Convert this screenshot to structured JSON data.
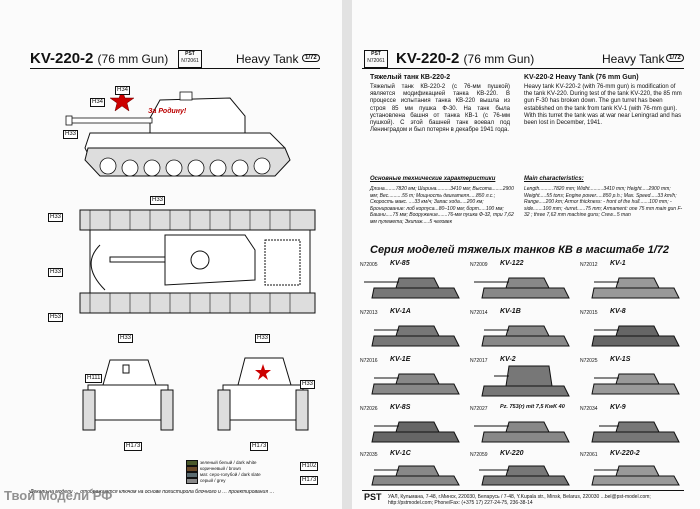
{
  "left": {
    "title": "KV-220-2",
    "subtitle": "(76 mm Gun)",
    "type": "Heavy Tank",
    "scale": "1/72",
    "logo": "PST",
    "logo_code": "N72061",
    "turret_slogan": "За Родину!",
    "callouts": {
      "c1": "H34",
      "c2": "H33",
      "c3": "H34",
      "c4": "H33",
      "c5": "H33",
      "c6": "H33",
      "c7": "H53",
      "c8": "H33",
      "c9": "H33",
      "c10": "H173",
      "c11": "H111",
      "c12": "H33",
      "c13": "H173"
    },
    "legend": [
      {
        "ru": "зеленый белый",
        "en": "dark white"
      },
      {
        "ru": "коричневый",
        "en": "brown"
      },
      {
        "ru": "мат. серо-голубой",
        "en": "dark slate"
      },
      {
        "ru": "серый",
        "en": "grey"
      }
    ],
    "legend_codes": [
      "H102",
      "H173"
    ],
    "footer_text": "Декали на модели … отображаются ключом на основе полистирола блочного и … проектирования …"
  },
  "right": {
    "title": "KV-220-2",
    "subtitle": "(76 mm Gun)",
    "type": "Heavy Tank",
    "scale": "1/72",
    "logo": "PST",
    "logo_code": "N72061",
    "ru_title": "Тяжелый танк КВ-220-2",
    "ru_text": "Тяжелый танк КВ-220-2 (с 76-мм пушкой) является модификацией танка КВ-220. В процессе испытания танка КВ-220 вышла из строя 85 мм пушка Ф-30. На танк была установлена башня от танка КВ-1 (с 76-мм пушкой). С этой башней танк воевал под Ленинградом и был потерян в декабре 1941 года.",
    "en_title": "KV-220-2 Heavy Tank (76 mm Gun)",
    "en_text": "Heavy tank KV-220-2 (with 76-mm gun) is modification of the tank KV-220. During test of the tank KV-220, the 85 mm gun F-30 has broken down. The gun turret has been established on the tank from tank KV-1 (with 76-mm gun). With this turret the tank was at war near Leningrad and has been lost in December, 1941.",
    "ru_spec_head": "Основные технические характеристики",
    "ru_spec": "Длина........7820 мм; Ширина..........3410 мм; Высота........2900 мм; Вес..........55 т; Мощность двигателя.....850 л.с.; Скорость макс. ....33 км/ч; Запас хода.....200 км; Бронирование: лоб корпуса...80–100 мм; борт.....100 мм; Башни.....75 мм; Вооружение.......76-мм пушка Ф-32, три 7,62 мм пулемета; Экипаж.....5 человек",
    "en_spec_head": "Main characteristics:",
    "en_spec": "Length..........7820 mm; Widht..........3410 mm; Height.....2900 mm; Weight.....55 tons; Engine power.....850 p.h.; Max. Speed.....33 km/h; Range.....200 km; Armor thickness: - front of the hull.......100 mm; -side.......100 mm; -turret......75 mm; Armament: one 75 mm main gun F-32 ; three 7,62 mm machine guns; Crew...5 man",
    "series_title": "Серия моделей тяжелых танков КВ в масштабе 1/72",
    "models": [
      {
        "code": "N72005",
        "name": "KV-85"
      },
      {
        "code": "N72009",
        "name": "KV-122"
      },
      {
        "code": "N72012",
        "name": "KV-1"
      },
      {
        "code": "N72013",
        "name": "KV-1A"
      },
      {
        "code": "N72014",
        "name": "KV-1B"
      },
      {
        "code": "N72015",
        "name": "KV-8"
      },
      {
        "code": "N72016",
        "name": "KV-1E"
      },
      {
        "code": "N72017",
        "name": "KV-2"
      },
      {
        "code": "N72025",
        "name": "KV-1S"
      },
      {
        "code": "N72026",
        "name": "KV-8S"
      },
      {
        "code": "N72027",
        "name": "Pz. 753(r) mit 7,5 KwK 40"
      },
      {
        "code": "N72034",
        "name": "KV-9"
      },
      {
        "code": "N72035",
        "name": "KV-1C"
      },
      {
        "code": "N72059",
        "name": "KV-220"
      },
      {
        "code": "N72061",
        "name": "KV-220-2"
      }
    ],
    "footer_brand": "PST",
    "footer_address": "УАЛ, Кульмана, 7-48, г.Минск, 220030, Беларусь / 7-48, Y.Kupalа str., Minsk, Belarus, 220030 ...bel@pst-model.com; http://pstmodel.com; Phone/Fax: (+375 17) 227-24-75, 236-38-14"
  },
  "watermark": "Твой Модели РФ"
}
